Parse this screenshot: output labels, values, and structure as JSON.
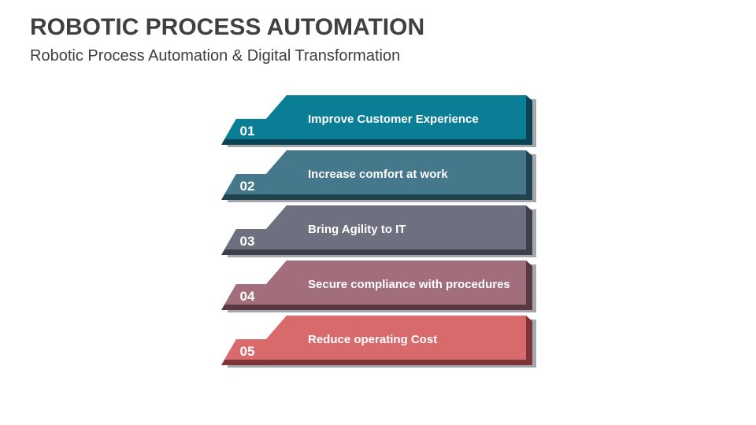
{
  "slide": {
    "title": "ROBOTIC PROCESS AUTOMATION",
    "subtitle": "Robotic Process Automation & Digital Transformation",
    "title_color": "#404040",
    "subtitle_color": "#3d3d3d",
    "background_color": "#ffffff"
  },
  "banners": {
    "shadow_color": "#a4a8ac",
    "text_color": "#ffffff",
    "items": [
      {
        "number": "01",
        "label": "Improve Customer Experience",
        "face_color": "#0a7e95",
        "edge_color": "#0b4251"
      },
      {
        "number": "02",
        "label": "Increase comfort at work",
        "face_color": "#44788a",
        "edge_color": "#1f444f"
      },
      {
        "number": "03",
        "label": "Bring Agility to IT",
        "face_color": "#6e7080",
        "edge_color": "#3d3f4a"
      },
      {
        "number": "04",
        "label": "Secure compliance with procedures",
        "face_color": "#a36e7b",
        "edge_color": "#5a3842"
      },
      {
        "number": "05",
        "label": "Reduce operating Cost",
        "face_color": "#d96a6c",
        "edge_color": "#7e3338"
      }
    ]
  }
}
